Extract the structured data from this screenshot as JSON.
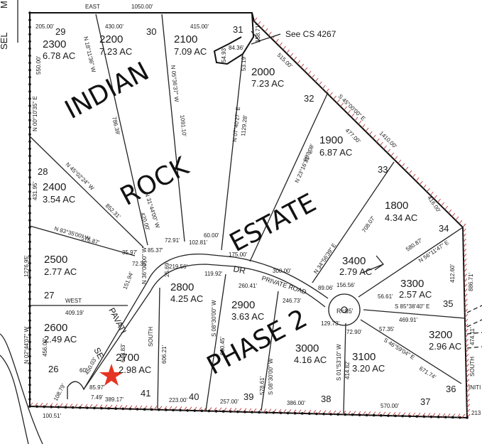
{
  "lots": [
    {
      "corner": "29",
      "apn": "2300",
      "acres": "6.78 AC"
    },
    {
      "corner": "",
      "apn": "2200",
      "acres": "7.23 AC"
    },
    {
      "corner": "30",
      "apn": "2100",
      "acres": "7.09 AC"
    },
    {
      "corner": "31",
      "apn": "2000",
      "acres": "7.23 AC"
    },
    {
      "corner": "32",
      "apn": "1900",
      "acres": "6.87 AC"
    },
    {
      "corner": "33",
      "apn": "1800",
      "acres": "4.34 AC"
    },
    {
      "corner": "34",
      "apn": "3400",
      "acres": "2.79 AC"
    },
    {
      "corner": "",
      "apn": "3300",
      "acres": "2.57 AC"
    },
    {
      "corner": "35",
      "apn": "3200",
      "acres": "2.96 AC"
    },
    {
      "corner": "",
      "apn": "3100",
      "acres": "3.20 AC"
    },
    {
      "corner": "",
      "apn": "3000",
      "acres": "4.16 AC"
    },
    {
      "corner": "",
      "apn": "2900",
      "acres": "3.63 AC"
    },
    {
      "corner": "",
      "apn": "2800",
      "acres": "4.25 AC"
    },
    {
      "corner": "",
      "apn": "2700",
      "acres": "2.98 AC"
    },
    {
      "corner": "28",
      "apn": "2400",
      "acres": "3.54 AC"
    },
    {
      "corner": "",
      "apn": "2500",
      "acres": "2.77 AC"
    },
    {
      "corner": "27",
      "apn": "2600",
      "acres": "2.49 AC"
    }
  ],
  "corners": [
    "26",
    "41",
    "40",
    "39",
    "38",
    "37",
    "36"
  ],
  "subdivision": {
    "word1": "INDIAN",
    "word2": "ROCK",
    "word3": "ESTATE",
    "phase": "PHASE 2"
  },
  "roads": {
    "dr": "DR",
    "private": "PRIVATE ROAD",
    "se": "SE",
    "pavati": "PAVATI"
  },
  "reference_note": "See CS 4267",
  "radius_label": "R=85'",
  "edge_labels": {
    "top": "EAST",
    "west": "WEST",
    "south1": "SOUTH",
    "south2": "SOUTH",
    "left_edge": "SEL",
    "right_bottom": "INITI POI",
    "left_top": "M"
  },
  "dims": {
    "top_total": "1050.00'",
    "d205": "205.00'",
    "d430": "430.00'",
    "d415": "415.00'",
    "d550": "550.00'",
    "n0": "N 00°10'35\" E",
    "d158": "158.71'",
    "d5493": "54.93'",
    "d8436": "84.36'",
    "d5319": "53.19'",
    "d515": "515.00'",
    "s45": "S 45°00'00\" E",
    "d1410": "1410.00'",
    "d477": "477.00'",
    "n18": "N 18°11'36\" W",
    "d786": "786.39'",
    "n05": "N 05°36'37\" W",
    "d1091": "1091.10'",
    "n07": "N 07°40'27\" E",
    "d1129": "1129.28'",
    "n23": "N 23°16'31\" E",
    "d887": "887.08'",
    "n45w": "N 45°02'24\" W",
    "d852": "852.31'",
    "d43195": "431.95'",
    "n31": "N 31°44'00\" W",
    "d420": "420.00'",
    "n34": "N 34°56'39\" E",
    "d708": "708.07'",
    "d416": "416.00'",
    "d60": "60.00'",
    "d10281": "102.81'",
    "d7291": "72.91'",
    "d8537": "85.37'",
    "d3597": "35.97'",
    "d175": "175.00'",
    "n83": "N 83°35'00\" W",
    "d57687": "576.87'",
    "d7235": "72.35'",
    "d21956": "219.56'",
    "d11692": "119.92'",
    "d300": "300.00'",
    "d8906": "89.06'",
    "d15656": "156.56'",
    "d58087": "580.87'",
    "n56": "N 56°11'47\" E",
    "d412": "412.60'",
    "d886": "886.71'",
    "d1276": "1276.95'",
    "d15194": "151.94'",
    "n36": "N 36°00'00\" W",
    "d2569": "25.69'",
    "d26041": "260.41'",
    "d24673": "246.73'",
    "d12973": "129.73'",
    "d5661": "56.61'",
    "s85": "S 85°38'40\" E",
    "d46991": "469.91'",
    "d40919": "409.19'",
    "d64883": "648.83'",
    "d60621": "606.21'",
    "s08": "S 08°30'00\" W",
    "d66045": "660.45'",
    "s08b": "S 08°30'00\" W",
    "d57861": "578.61'",
    "s01": "S 01°53'10\" W",
    "d41482": "414.82'",
    "d7290": "72.90'",
    "d5735": "57.35'",
    "s46": "S 46°59'04\" E",
    "d67174": "671.74'",
    "d47411": "474.11'",
    "n02": "N 02°44'07\" W",
    "d45003": "450.03'",
    "d456": "456.00'",
    "d10879": "108.79'",
    "d8597": "85.97'",
    "d749": "7.49'",
    "d38917": "389.17'",
    "d10051": "100.51'",
    "d60b": "60'",
    "d223": "223.00'",
    "d257": "257.00'",
    "d386": "386.00'",
    "d570": "570.00'",
    "d213": "213"
  }
}
